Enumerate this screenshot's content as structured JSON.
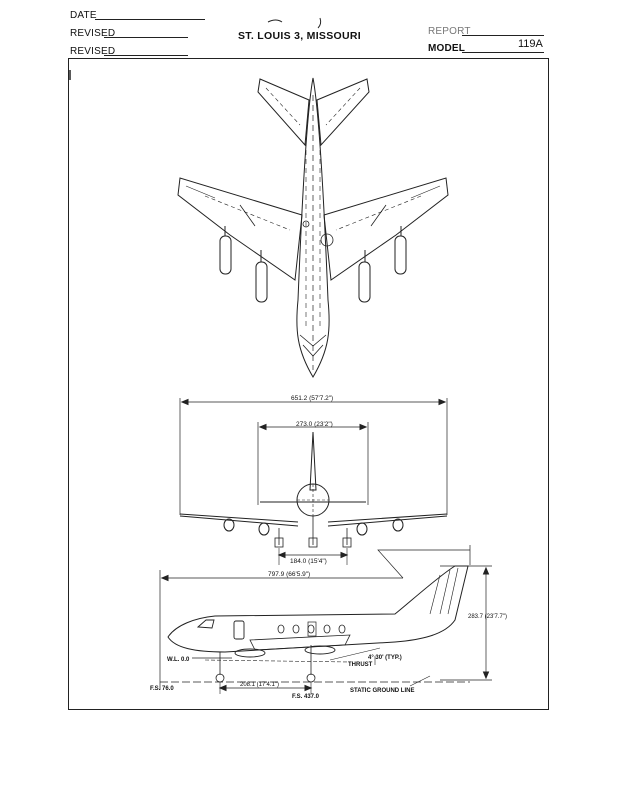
{
  "header": {
    "date_label": "DATE",
    "revised_label_1": "REVISED",
    "revised_label_2": "REVISED",
    "city": "ST. LOUIS 3, MISSOURI",
    "report_label": "REPORT",
    "model_label": "MODEL",
    "model_value": "119A"
  },
  "dimensions": {
    "wing_span": "651.2 (57'7.2\")",
    "tail_span": "273.0 (23'2\")",
    "tread": "184.0 (15'4\")",
    "overall_length": "797.9 (66'5.9\")",
    "overall_height": "283.7 (23'7.7\")",
    "wl": "W.L. 0.0",
    "thrust": "THRUST",
    "thrust_angle": "4° 30' (TYP.)",
    "fs_nose": "F.S. 76.0",
    "fs_main": "F.S. 437.0",
    "wheelbase": "208.1 (17'4.1\")",
    "ground_line": "STATIC GROUND LINE"
  }
}
